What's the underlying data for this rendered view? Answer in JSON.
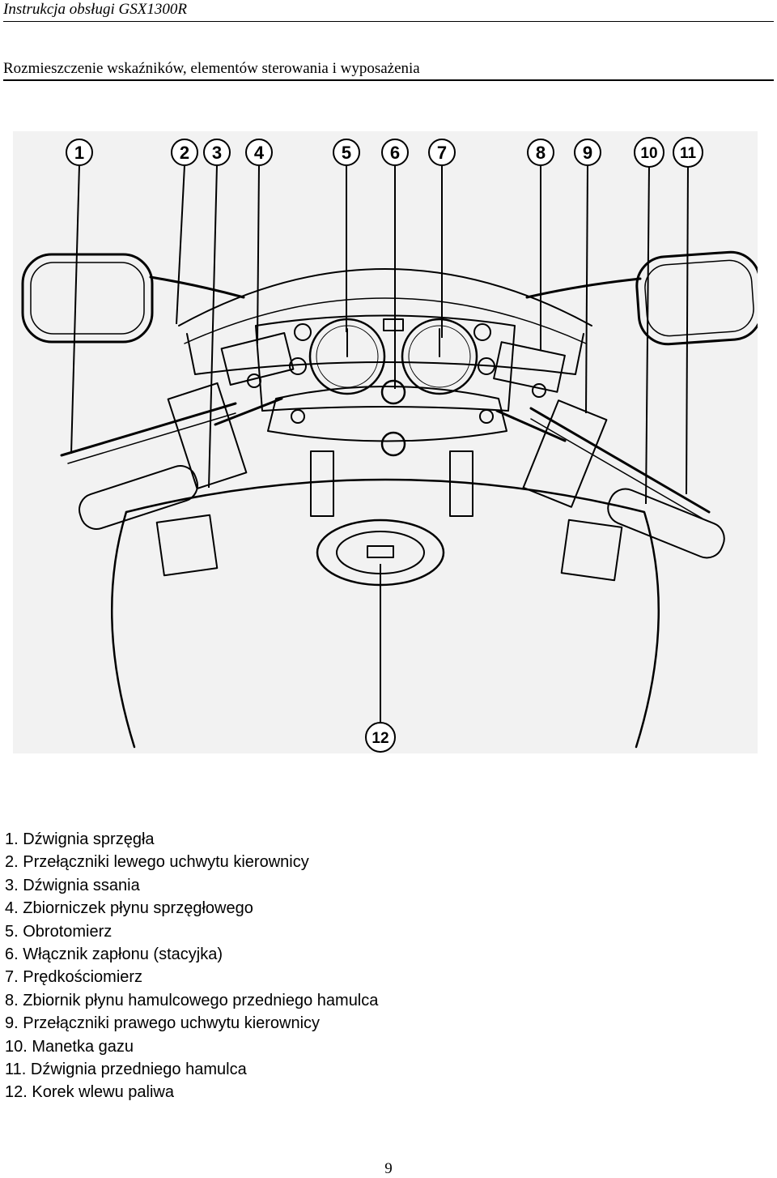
{
  "header": {
    "running_title": "Instrukcja obsługi GSX1300R"
  },
  "section": {
    "title": "Rozmieszczenie wskaźników, elementów sterowania i wyposażenia"
  },
  "figure": {
    "callouts": [
      "1",
      "2",
      "3",
      "4",
      "5",
      "6",
      "7",
      "8",
      "9",
      "10",
      "11",
      "12"
    ]
  },
  "legend": {
    "items": [
      "1. Dźwignia sprzęgła",
      "2. Przełączniki lewego uchwytu kierownicy",
      "3. Dźwignia ssania",
      "4. Zbiorniczek płynu sprzęgłowego",
      "5. Obrotomierz",
      "6. Włącznik zapłonu (stacyjka)",
      "7. Prędkościomierz",
      "8. Zbiornik płynu hamulcowego przedniego hamulca",
      "9. Przełączniki prawego uchwytu kierownicy",
      "10. Manetka gazu",
      "11. Dźwignia przedniego hamulca",
      "12. Korek wlewu paliwa"
    ]
  },
  "footer": {
    "page_number": "9"
  }
}
